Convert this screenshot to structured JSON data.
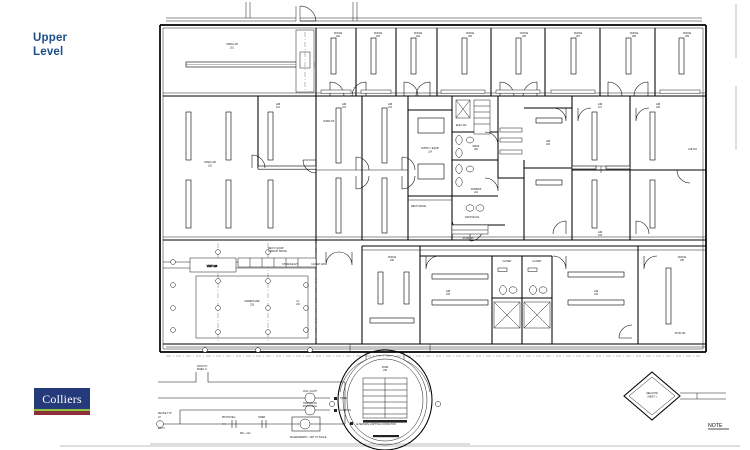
{
  "page": {
    "background_color": "#ffffff",
    "title_lines": [
      "Upper",
      "Level"
    ],
    "title_color": "#1b4f8a"
  },
  "branding": {
    "logo_name": "Colliers",
    "logo_text": "Colliers",
    "box_color": "#253a7a",
    "accent_green": "#8cc63f",
    "accent_maroon": "#8c2f39"
  },
  "drawing": {
    "kind": "architectural-floor-plan",
    "sheet_note_label": "NOTE",
    "key_symbol": "key-plan-diamond",
    "key_symbol_text": "PLAN KEY",
    "line_color": "#000000",
    "description": "Upper level tenant floor plan: perimeter private offices, open lab / work areas at left, central core with restrooms and elevator, rotunda stair at bottom center, electrical riser schematic detail at bottom left."
  },
  "rooms": {
    "top_row": [
      {
        "name": "OPEN LAB",
        "tag": "201"
      },
      {
        "name": "OFFICE",
        "tag": "202"
      },
      {
        "name": "OFFICE",
        "tag": "203"
      },
      {
        "name": "OFFICE",
        "tag": "204"
      },
      {
        "name": "OFFICE",
        "tag": "205"
      },
      {
        "name": "OFFICE",
        "tag": "206"
      },
      {
        "name": "OFFICE",
        "tag": "207"
      },
      {
        "name": "OFFICE",
        "tag": "208"
      },
      {
        "name": "OFFICE",
        "tag": "209"
      }
    ],
    "middle_row": [
      {
        "name": "OPEN LAB",
        "tag": "210"
      },
      {
        "name": "LAB",
        "tag": "211"
      },
      {
        "name": "LAB",
        "tag": "212"
      },
      {
        "name": "LAB",
        "tag": "213"
      },
      {
        "name": "SUPPLY / EQUIP",
        "tag": "214"
      },
      {
        "name": "CORRIDOR",
        "tag": "215"
      },
      {
        "name": "LAB",
        "tag": "216"
      },
      {
        "name": "LAB",
        "tag": "217"
      },
      {
        "name": "LAB",
        "tag": "218"
      },
      {
        "name": "LAB",
        "tag": "219"
      }
    ],
    "core": [
      {
        "name": "MENS",
        "tag": "220"
      },
      {
        "name": "WOMENS",
        "tag": "221"
      },
      {
        "name": "JANITOR",
        "tag": "222"
      },
      {
        "name": "ELEV",
        "tag": "223"
      },
      {
        "name": "MECH / ELEC",
        "tag": "224"
      },
      {
        "name": "STAIR",
        "tag": "225"
      }
    ],
    "bottom_row": [
      {
        "name": "VESTIBULE",
        "tag": "226"
      },
      {
        "name": "STORAGE",
        "tag": "227"
      },
      {
        "name": "CLOSET",
        "tag": "228"
      },
      {
        "name": "WAREHOUSE",
        "tag": "229"
      },
      {
        "name": "OFFICE",
        "tag": "230"
      },
      {
        "name": "CLOSET",
        "tag": "231"
      },
      {
        "name": "CLOSET",
        "tag": "232"
      },
      {
        "name": "LAB",
        "tag": "233"
      },
      {
        "name": "LAB",
        "tag": "234"
      },
      {
        "name": "OFFICE",
        "tag": "235"
      }
    ]
  },
  "details": {
    "schematic": {
      "name": "riser-schematic",
      "caption": "ALTERNATE LIGHTING SCHEMATIC",
      "labels": [
        "PANEL",
        "TIMER",
        "CONTROL",
        "PHOTO CELL",
        "LIGHT"
      ]
    },
    "rotunda": {
      "name": "rotunda-stair",
      "tag": "236"
    }
  },
  "grid": {
    "visible": true,
    "style": "dashed centerlines with bubble markers"
  }
}
